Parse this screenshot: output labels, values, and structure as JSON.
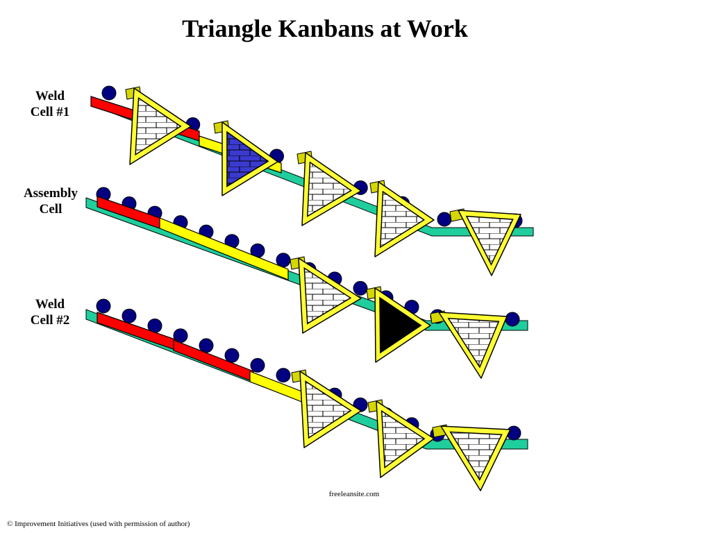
{
  "title": "Triangle Kanbans at Work",
  "cells": [
    {
      "line1": "Weld",
      "line2": "Cell #1"
    },
    {
      "line1": "Assembly",
      "line2": "Cell"
    },
    {
      "line1": "Weld",
      "line2": "Cell #2"
    }
  ],
  "website": "freeleansite.com",
  "copyright": "© Improvement Initiatives (used with permission of author)",
  "colors": {
    "conveyor": "#1fce9c",
    "ball": "#000080",
    "red_bar": "#ff0000",
    "yellow_bar": "#ffff00",
    "triangle_frame": "#ffff33",
    "triangle_blue_fill": "#3a3ad0",
    "triangle_black_fill": "#000000",
    "triangle_white_fill": "#ffffff"
  },
  "triangle_states": {
    "weld_cell_1": [
      "white",
      "blue",
      "white",
      "white",
      "white"
    ],
    "assembly_cell": [
      "white",
      "black",
      "white"
    ],
    "weld_cell_2": [
      "white",
      "white",
      "white"
    ]
  }
}
